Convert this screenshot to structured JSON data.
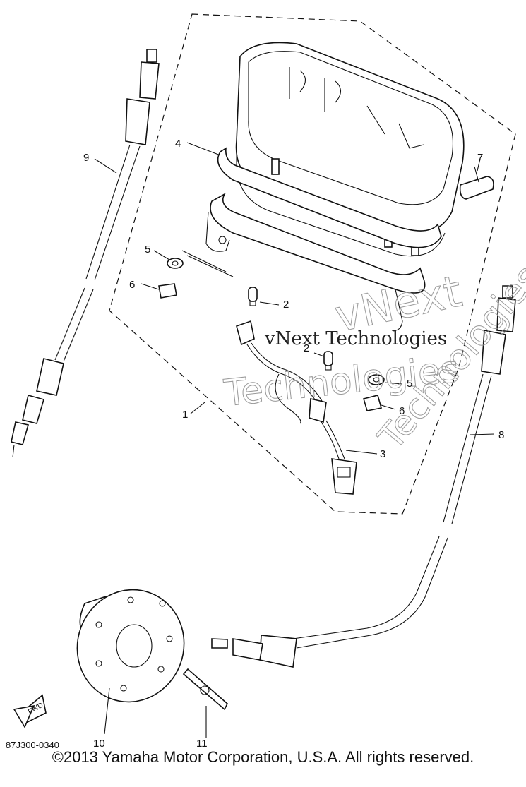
{
  "callouts": {
    "c1": "1",
    "c2a": "2",
    "c2b": "2",
    "c3": "3",
    "c4": "4",
    "c5a": "5",
    "c5b": "5",
    "c6a": "6",
    "c6b": "6",
    "c7": "7",
    "c8": "8",
    "c9": "9",
    "c10": "10",
    "c11": "11"
  },
  "diagram_code": "87J300-0340",
  "fwd_label": "FWD",
  "watermark": {
    "main": "vNext Technologies",
    "outline_top": "vNext",
    "outline_bottom": "Technologies",
    "outline_right": "Technologies"
  },
  "footer": "©2013 Yamaha Motor Corporation, U.S.A. All rights reserved."
}
